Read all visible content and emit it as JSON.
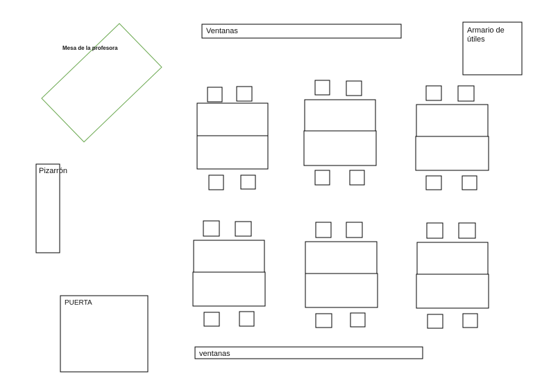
{
  "labels": {
    "windows_top": "Ventanas",
    "windows_bottom": "ventanas",
    "cabinet_line1": "Armario de",
    "cabinet_line2": "útiles",
    "teacher_desk": "Mesa de la profesora",
    "board": "Pizarrón",
    "door": "PUERTA"
  },
  "colors": {
    "stroke": "#000000",
    "teacher_desk_stroke": "#6aa84f",
    "background": "#ffffff"
  },
  "groups": {
    "count": 6,
    "tables_per_group": 2,
    "chairs_per_group": 4
  }
}
